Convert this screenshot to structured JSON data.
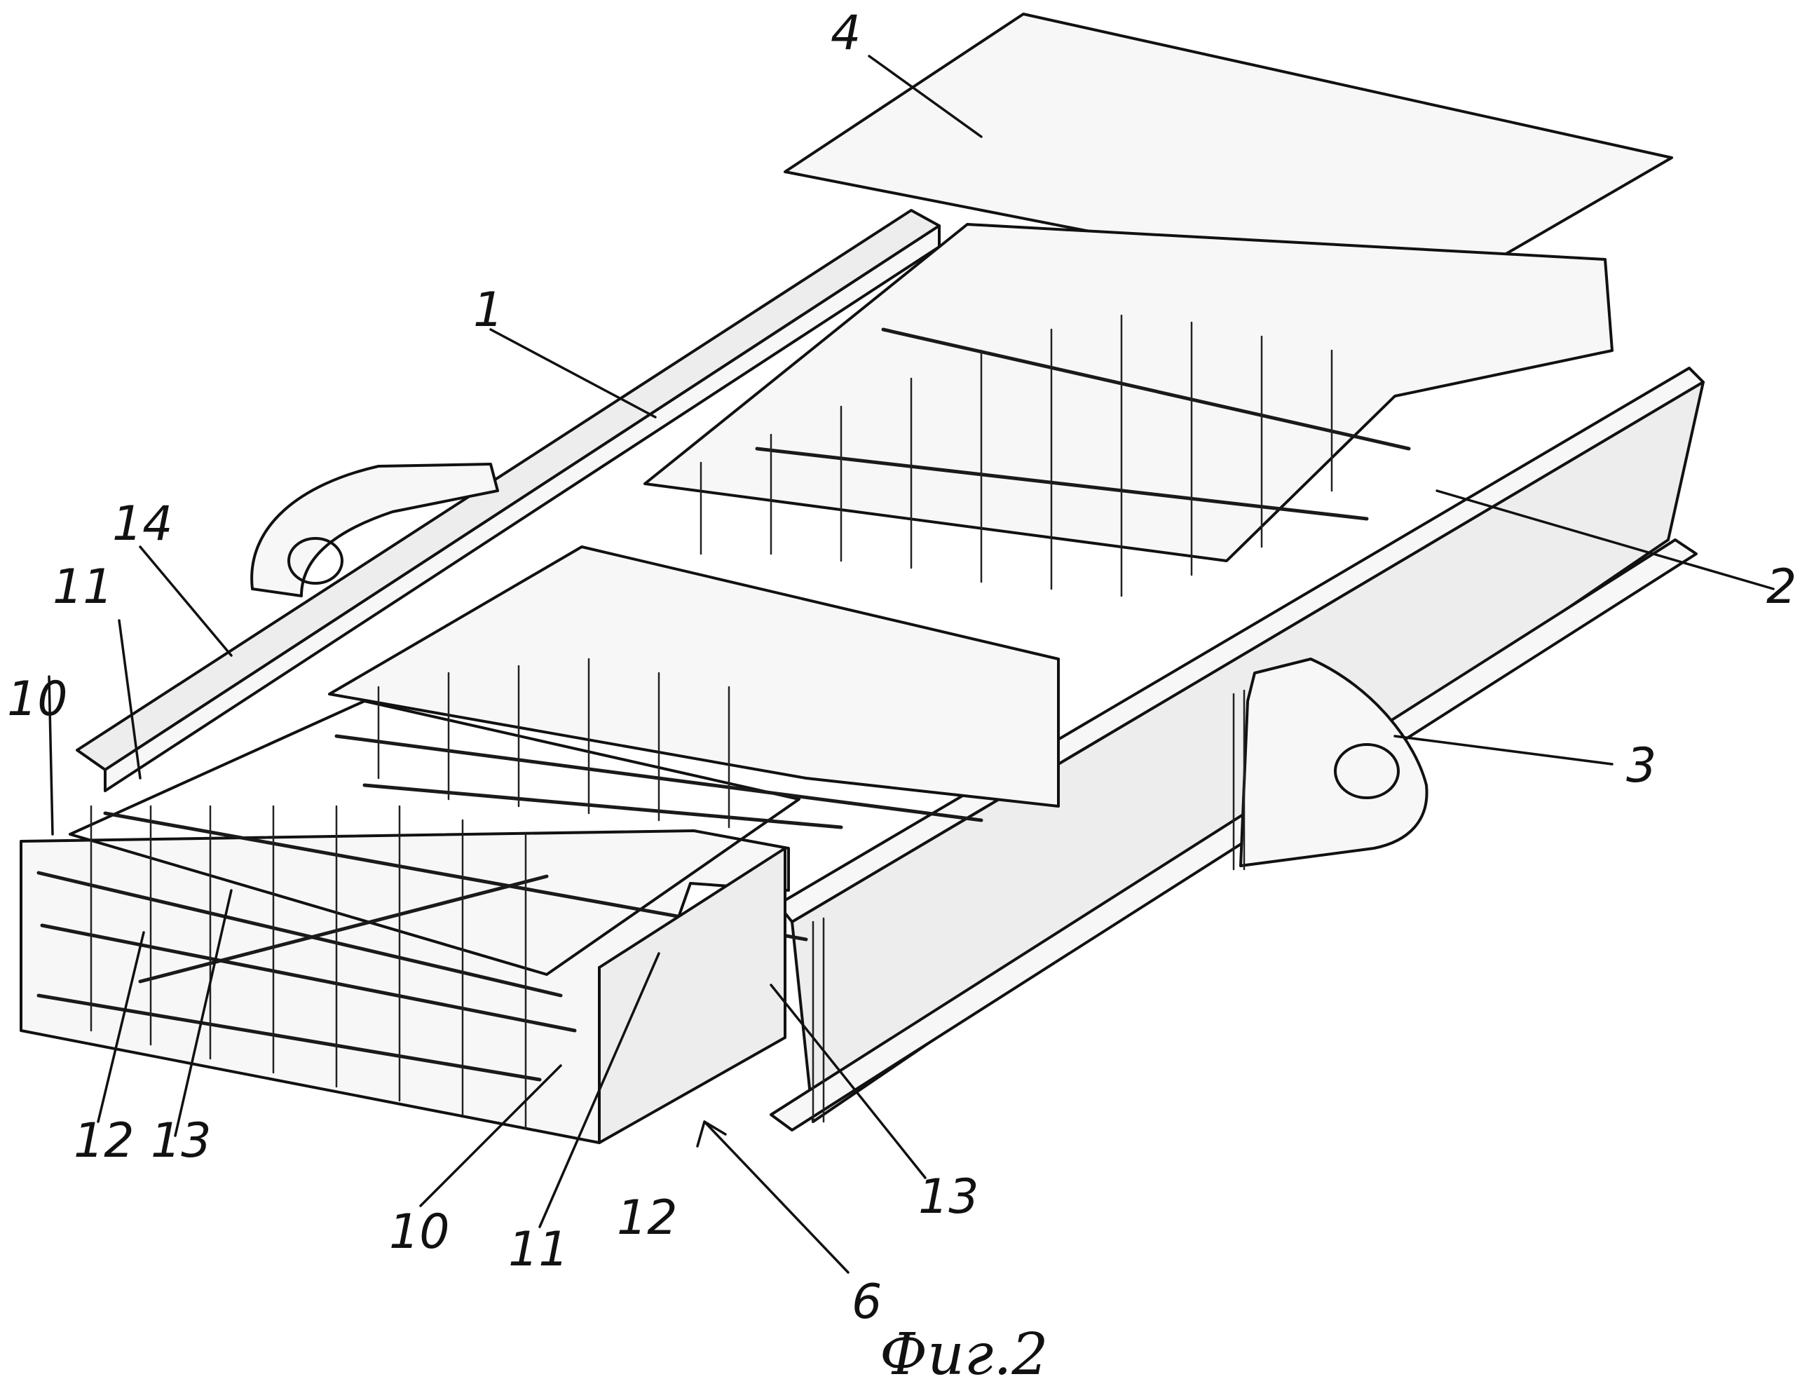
{
  "figure": {
    "caption": "Фиг.2",
    "callouts": [
      {
        "id": "c1",
        "text": "1"
      },
      {
        "id": "c2",
        "text": "2"
      },
      {
        "id": "c3",
        "text": "3"
      },
      {
        "id": "c4",
        "text": "4"
      },
      {
        "id": "c6",
        "text": "6"
      },
      {
        "id": "c10a",
        "text": "10"
      },
      {
        "id": "c11a",
        "text": "11"
      },
      {
        "id": "c14",
        "text": "14"
      },
      {
        "id": "c12a",
        "text": "12"
      },
      {
        "id": "c13a",
        "text": "13"
      },
      {
        "id": "c10b",
        "text": "10"
      },
      {
        "id": "c11b",
        "text": "11"
      },
      {
        "id": "c12b",
        "text": "12"
      },
      {
        "id": "c13b",
        "text": "13"
      }
    ]
  }
}
